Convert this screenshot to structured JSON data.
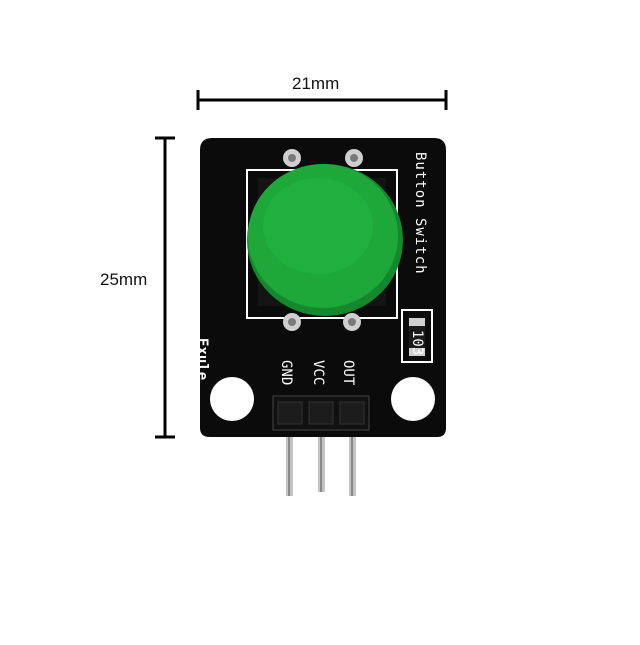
{
  "dimensions": {
    "width_label": "21mm",
    "height_label": "25mm"
  },
  "board": {
    "title_silkscreen": "Button Switch",
    "brand_silkscreen": "Exule",
    "resistor_marking": "103",
    "pins": [
      {
        "label": "GND"
      },
      {
        "label": "VCC"
      },
      {
        "label": "OUT"
      }
    ]
  },
  "colors": {
    "pcb": "#0b0b0b",
    "button_cap": "#1ea83a",
    "silkscreen": "#ffffff",
    "pin_metal": "#b8b8b8"
  }
}
